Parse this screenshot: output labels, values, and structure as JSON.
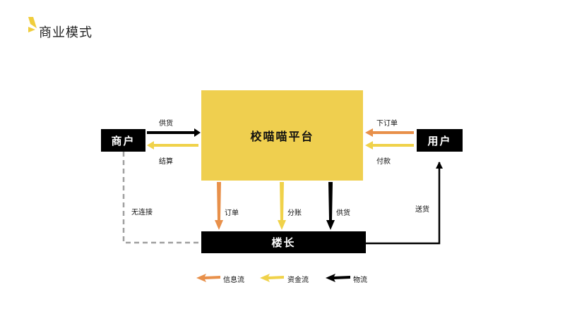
{
  "title": "商业模式",
  "nodes": {
    "platform": "校喵喵平台",
    "merchant": "商户",
    "user": "用户",
    "leader": "楼长"
  },
  "edges": {
    "supply_to_platform": "供货",
    "settle_to_merchant": "结算",
    "place_order": "下订单",
    "payment": "付款",
    "no_connection": "无连接",
    "order_to_leader": "订单",
    "split_to_leader": "分账",
    "supply_to_leader": "供货",
    "deliver_to_user": "送货"
  },
  "legend": {
    "info_flow": "信息流",
    "fund_flow": "资金流",
    "goods_flow": "物流"
  },
  "colors": {
    "info": "#e8904a",
    "fund": "#f0d24a",
    "goods": "#000000",
    "platform_fill": "#efcf4f",
    "dashed": "#a0a0a0"
  }
}
